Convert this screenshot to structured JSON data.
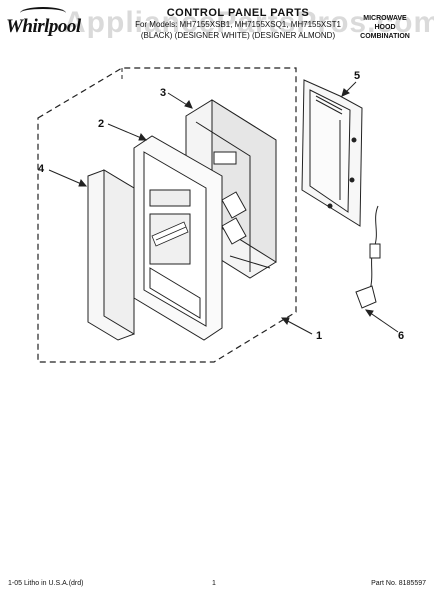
{
  "header": {
    "brand": "Whirlpool",
    "watermark": "AppliancePartsPros.com",
    "title": "CONTROL PANEL PARTS",
    "models_line": "For Models: MH7155XSB1, MH7155XSQ1, MH7155XST1",
    "colors_line": "(BLACK)   (DESIGNER WHITE)   (DESIGNER ALMOND)",
    "product_type": [
      "MICROWAVE",
      "HOOD",
      "COMBINATION"
    ]
  },
  "callouts": [
    "1",
    "2",
    "3",
    "4",
    "5",
    "6"
  ],
  "footer": {
    "litho": "1-05 Litho in U.S.A.(drd)",
    "page_number": "1",
    "part_number": "Part No. 8185597"
  }
}
